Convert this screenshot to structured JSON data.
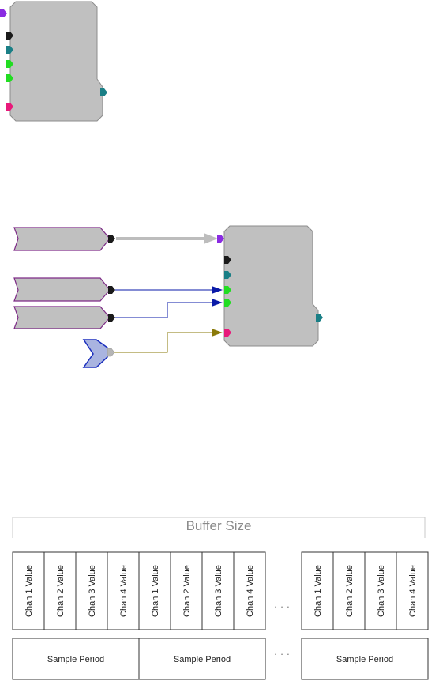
{
  "colors": {
    "block_fill": "#c0c0c0",
    "block_stroke": "#8c8c8c",
    "source_stroke": "#7d2a86",
    "control_stroke": "#1b2fbd",
    "control_fill": "#a9b4e0",
    "pin_purple": "#8a2be2",
    "pin_black": "#1a1a1a",
    "pin_teal": "#1a7f86",
    "pin_green": "#22dd22",
    "pin_pink": "#e8197a",
    "pin_gray": "#b5b5b5",
    "wire_gray": "#bdbdbd",
    "wire_blue": "#0a1aa8",
    "wire_olive": "#8a7a0a"
  },
  "memory_layout": {
    "buffer_label": "Buffer Size",
    "ellipsis": "· · ·",
    "groups": [
      {
        "channels": [
          "Chan 1 Value",
          "Chan 2 Value",
          "Chan 3 Value",
          "Chan 4 Value"
        ],
        "period": "Sample Period"
      },
      {
        "channels": [
          "Chan 1 Value",
          "Chan 2 Value",
          "Chan 3 Value",
          "Chan 4 Value"
        ],
        "period": "Sample Period"
      },
      {
        "channels": [
          "Chan 1 Value",
          "Chan 2 Value",
          "Chan 3 Value",
          "Chan 4 Value"
        ],
        "period": "Sample Period"
      }
    ]
  }
}
